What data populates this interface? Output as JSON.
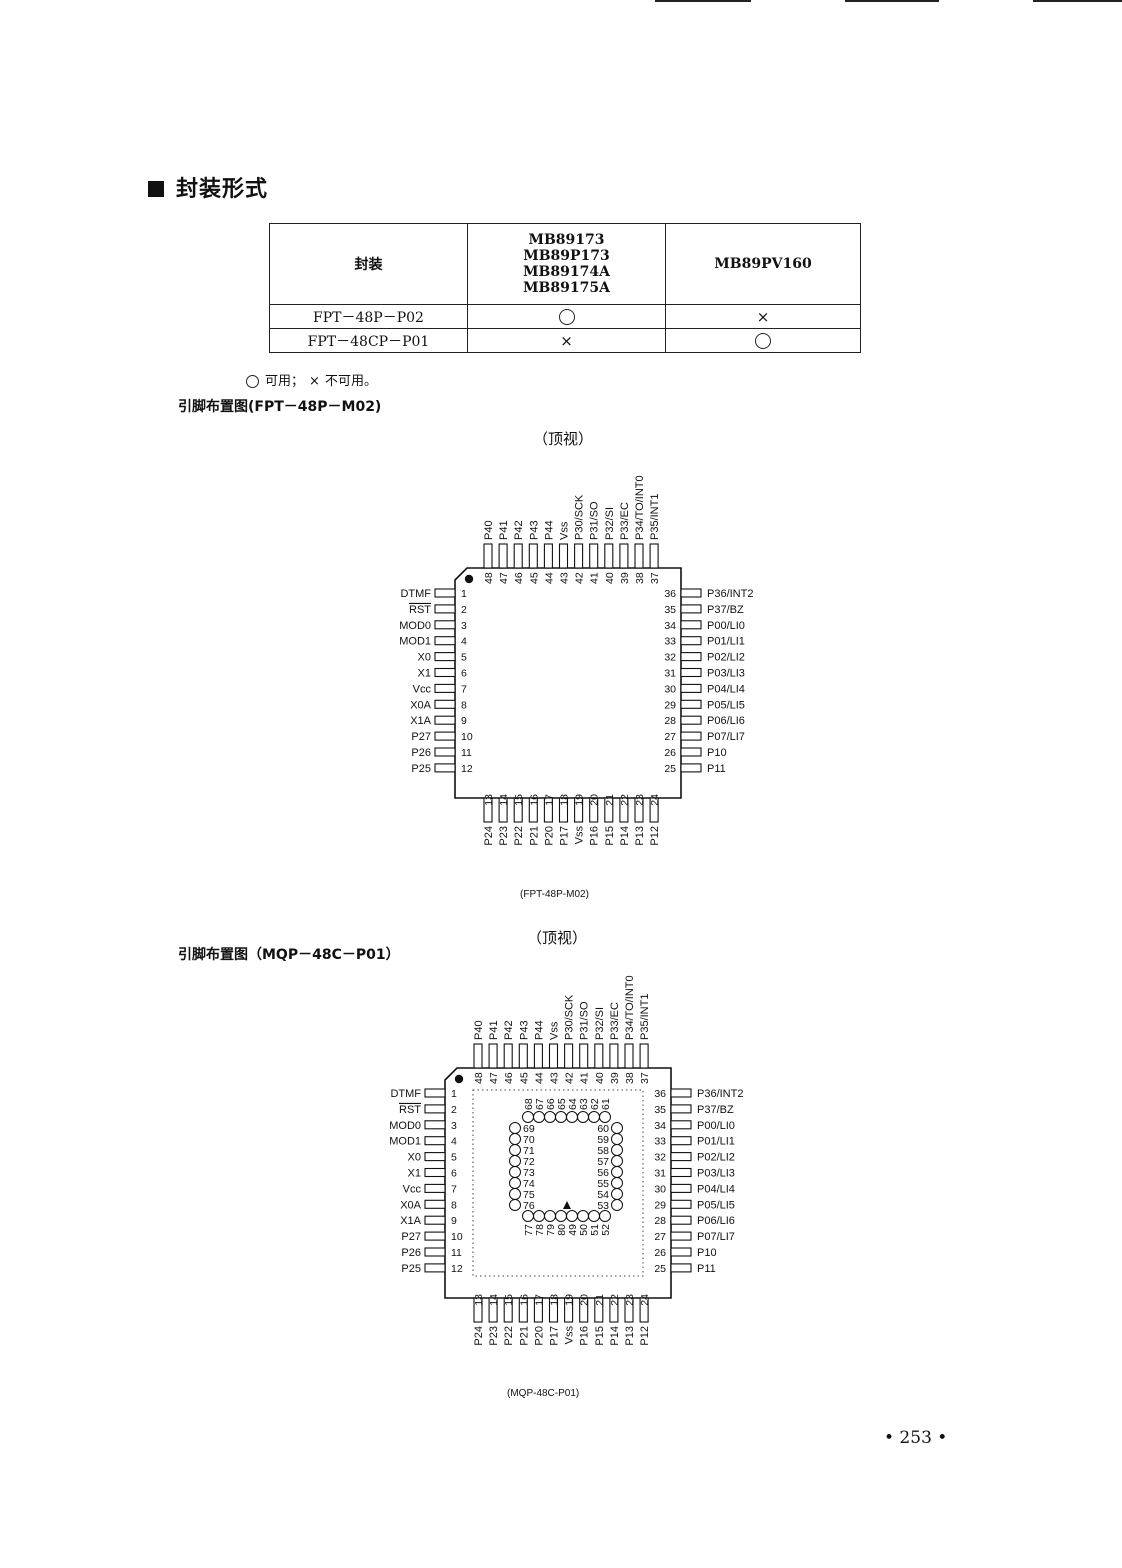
{
  "section": {
    "title": "封装形式"
  },
  "table": {
    "col_header": "封装",
    "group_a": [
      "MB89173",
      "MB89P173",
      "MB89174A",
      "MB89175A"
    ],
    "group_b": "MB89PV160",
    "rows": [
      {
        "package": "FPT－48P－P02",
        "a": "○",
        "b": "×"
      },
      {
        "package": "FPT－48CP－P01",
        "a": "×",
        "b": "○"
      }
    ]
  },
  "legend": {
    "available": "可用",
    "sep": "；",
    "x": "×",
    "unavailable": "不可用。"
  },
  "diagram1": {
    "heading": "引脚布置图(FPT－48P－M02)",
    "view": "（顶视）",
    "caption": "(FPT-48P-M02)"
  },
  "diagram2": {
    "heading": "引脚布置图（MQP－48C－P01）",
    "view": "（顶视）",
    "caption": "(MQP-48C-P01)"
  },
  "pins": {
    "left": [
      {
        "n": "1",
        "name": "DTMF"
      },
      {
        "n": "2",
        "name": "RST",
        "overline": true
      },
      {
        "n": "3",
        "name": "MOD0"
      },
      {
        "n": "4",
        "name": "MOD1"
      },
      {
        "n": "5",
        "name": "X0"
      },
      {
        "n": "6",
        "name": "X1"
      },
      {
        "n": "7",
        "name": "Vcc"
      },
      {
        "n": "8",
        "name": "X0A"
      },
      {
        "n": "9",
        "name": "X1A"
      },
      {
        "n": "10",
        "name": "P27"
      },
      {
        "n": "11",
        "name": "P26"
      },
      {
        "n": "12",
        "name": "P25"
      }
    ],
    "right": [
      {
        "n": "36",
        "name": "P36/INT2"
      },
      {
        "n": "35",
        "name": "P37/BZ"
      },
      {
        "n": "34",
        "name": "P00/LI0"
      },
      {
        "n": "33",
        "name": "P01/LI1"
      },
      {
        "n": "32",
        "name": "P02/LI2"
      },
      {
        "n": "31",
        "name": "P03/LI3"
      },
      {
        "n": "30",
        "name": "P04/LI4"
      },
      {
        "n": "29",
        "name": "P05/LI5"
      },
      {
        "n": "28",
        "name": "P06/LI6"
      },
      {
        "n": "27",
        "name": "P07/LI7"
      },
      {
        "n": "26",
        "name": "P10"
      },
      {
        "n": "25",
        "name": "P11"
      }
    ],
    "top": [
      {
        "n": "48",
        "name": "P40"
      },
      {
        "n": "47",
        "name": "P41"
      },
      {
        "n": "46",
        "name": "P42"
      },
      {
        "n": "45",
        "name": "P43"
      },
      {
        "n": "44",
        "name": "P44"
      },
      {
        "n": "43",
        "name": "Vss"
      },
      {
        "n": "42",
        "name": "P30/SCK"
      },
      {
        "n": "41",
        "name": "P31/SO"
      },
      {
        "n": "40",
        "name": "P32/SI"
      },
      {
        "n": "39",
        "name": "P33/EC"
      },
      {
        "n": "38",
        "name": "P34/TO/INT0"
      },
      {
        "n": "37",
        "name": "P35/INT1"
      }
    ],
    "bottom": [
      {
        "n": "13",
        "name": "P24"
      },
      {
        "n": "14",
        "name": "P23"
      },
      {
        "n": "15",
        "name": "P22"
      },
      {
        "n": "16",
        "name": "P21"
      },
      {
        "n": "17",
        "name": "P20"
      },
      {
        "n": "18",
        "name": "P17"
      },
      {
        "n": "19",
        "name": "Vss"
      },
      {
        "n": "20",
        "name": "P16"
      },
      {
        "n": "21",
        "name": "P15"
      },
      {
        "n": "22",
        "name": "P14"
      },
      {
        "n": "23",
        "name": "P13"
      },
      {
        "n": "24",
        "name": "P12"
      }
    ]
  },
  "socket": {
    "top": [
      "68",
      "67",
      "66",
      "65",
      "64",
      "63",
      "62",
      "61"
    ],
    "right": [
      "60",
      "59",
      "58",
      "57",
      "56",
      "55",
      "54",
      "53"
    ],
    "bottom": [
      "77",
      "78",
      "79",
      "80",
      "49",
      "50",
      "51",
      "52"
    ],
    "left": [
      "69",
      "70",
      "71",
      "72",
      "73",
      "74",
      "75",
      "76"
    ]
  },
  "page_number": "• 253 •"
}
